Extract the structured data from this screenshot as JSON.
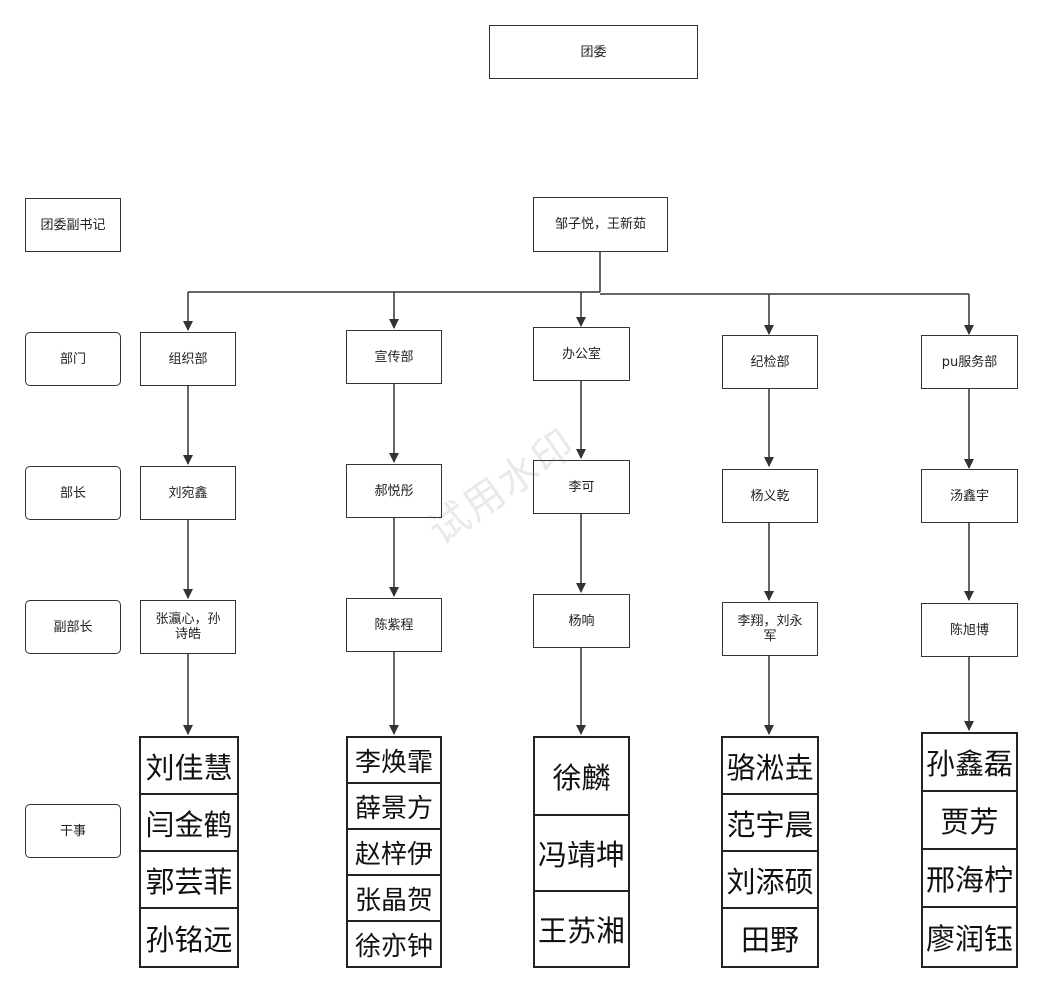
{
  "top": {
    "label": "团委"
  },
  "secretary": {
    "label": "邹子悦，王新茹"
  },
  "row_labels": {
    "deputy_secretary": "团委副书记",
    "department": "部门",
    "minister": "部长",
    "vice_minister": "副部长",
    "staff": "干事"
  },
  "departments": [
    {
      "name": "组织部",
      "minister": "刘宛鑫",
      "vice": "张瀛心，孙诗皓",
      "staff": [
        "刘佳慧",
        "闫金鹤",
        "郭芸菲",
        "孙铭远"
      ]
    },
    {
      "name": "宣传部",
      "minister": "郝悦彤",
      "vice": "陈紫程",
      "staff": [
        "李焕霏",
        "薛景方",
        "赵梓伊",
        "张晶贺",
        "徐亦钟"
      ]
    },
    {
      "name": "办公室",
      "minister": "李可",
      "vice": "杨响",
      "staff": [
        "徐麟",
        "冯靖坤",
        "王苏湘"
      ]
    },
    {
      "name": "纪检部",
      "minister": "杨义乾",
      "vice": "李翔，刘永军",
      "staff": [
        "骆淞垚",
        "范宇晨",
        "刘添硕",
        "田野"
      ]
    },
    {
      "name": "pu服务部",
      "minister": "汤鑫宇",
      "vice": "陈旭博",
      "staff": [
        "孙鑫磊",
        "贾芳",
        "邢海柠",
        "廖润钰"
      ]
    }
  ],
  "watermark": "试用水印",
  "colors": {
    "line": "#333333",
    "background": "#ffffff"
  }
}
